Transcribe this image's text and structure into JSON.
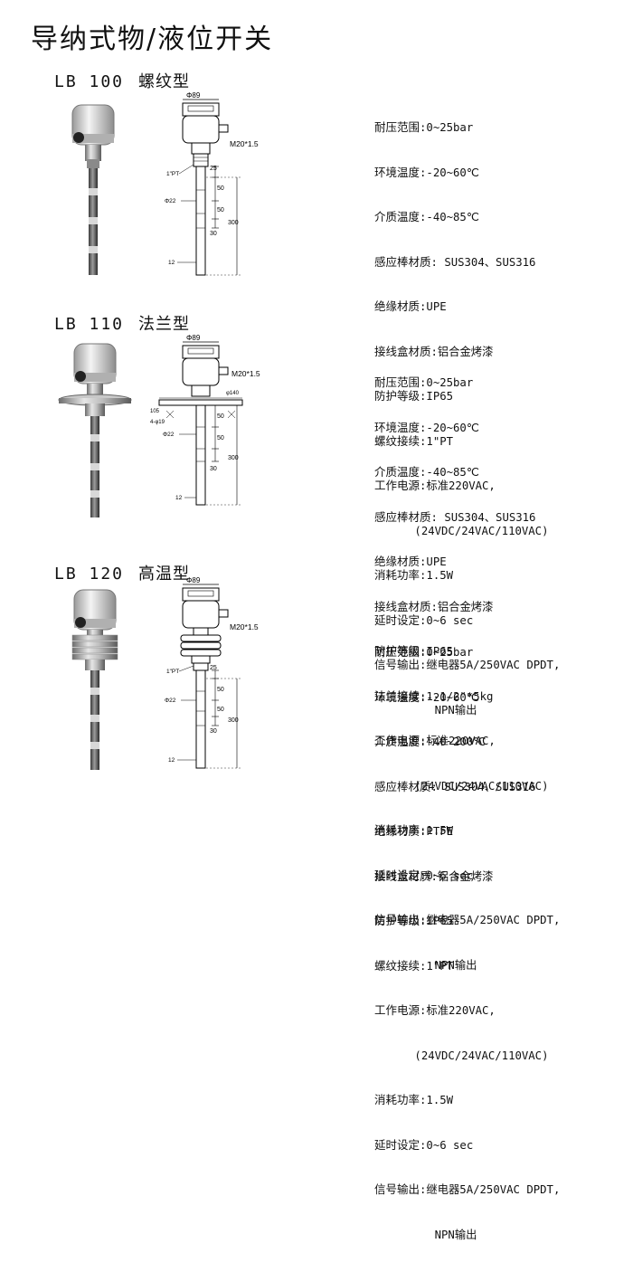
{
  "page_title": "导纳式物/液位开关",
  "sections": [
    {
      "model": "LB 100",
      "type": "螺纹型",
      "drawing": {
        "dia_top": "Φ89",
        "cable_thread": "M20*1.5",
        "thread_label": "1\"PT",
        "dia_rod": "Φ22",
        "tip": "12",
        "dims": [
          "25",
          "50",
          "50",
          "30",
          "300"
        ]
      },
      "specs": [
        {
          "k": "耐压范围",
          "v": ":0~25bar"
        },
        {
          "k": "环境温度",
          "v": ":-20~60℃"
        },
        {
          "k": "介质温度",
          "v": ":-40~85℃"
        },
        {
          "k": "感应棒材质",
          "v": ": SUS304、SUS316"
        },
        {
          "k": "绝缘材质",
          "v": ":UPE"
        },
        {
          "k": "接线盒材质",
          "v": ":铝合金烤漆"
        },
        {
          "k": "防护等级",
          "v": ":IP65"
        },
        {
          "k": "螺纹接续",
          "v": ":1\"PT"
        },
        {
          "k": "工作电源",
          "v": ":标准220VAC,"
        },
        {
          "k": "",
          "v": "      (24VDC/24VAC/110VAC)"
        },
        {
          "k": "消耗功率",
          "v": ":1.5W"
        },
        {
          "k": "延时设定",
          "v": ":0~6 sec"
        },
        {
          "k": "信号输出",
          "v": ":继电器5A/250VAC DPDT,"
        },
        {
          "k": "",
          "v": "         NPN输出"
        }
      ]
    },
    {
      "model": "LB 110",
      "type": "法兰型",
      "drawing": {
        "dia_top": "Φ89",
        "cable_thread": "M20*1.5",
        "flange_dia": "φ140",
        "bolt_circle": "105",
        "holes": "4-φ19",
        "dia_rod": "Φ22",
        "tip": "12",
        "dims": [
          "50",
          "50",
          "30",
          "300"
        ]
      },
      "specs": [
        {
          "k": "耐压范围",
          "v": ":0~25bar"
        },
        {
          "k": "环境温度",
          "v": ":-20~60℃"
        },
        {
          "k": "介质温度",
          "v": ":-40~85℃"
        },
        {
          "k": "感应棒材质",
          "v": ": SUS304、SUS316"
        },
        {
          "k": "绝缘材质",
          "v": ":UPE"
        },
        {
          "k": "接线盒材质",
          "v": ":铝合金烤漆"
        },
        {
          "k": "防护等级",
          "v": ":IP65"
        },
        {
          "k": "法兰接续",
          "v": ":1-1/2\"*5kg"
        },
        {
          "k": "工作电源",
          "v": ":标准220VAC,"
        },
        {
          "k": "",
          "v": "      (24VDC/24VAC/110VAC)"
        },
        {
          "k": "消耗功率",
          "v": ":1.5W"
        },
        {
          "k": "延时设定",
          "v": ":0~6 sec"
        },
        {
          "k": "信号输出",
          "v": ":继电器5A/250VAC DPDT,"
        },
        {
          "k": "",
          "v": "         NPN输出"
        }
      ]
    },
    {
      "model": "LB 120",
      "type": "高温型",
      "drawing": {
        "dia_top": "Φ89",
        "cable_thread": "M20*1.5",
        "thread_label": "1\"PT",
        "dia_rod": "Φ22",
        "tip": "12",
        "dims": [
          "25",
          "50",
          "50",
          "30",
          "300"
        ]
      },
      "specs": [
        {
          "k": "耐压范围",
          "v": ":0~25bar"
        },
        {
          "k": "环境温度",
          "v": ":-20~60℃"
        },
        {
          "k": "介质温度",
          "v": ":-40~200℃"
        },
        {
          "k": "感应棒材质",
          "v": ": SUS304、SUS316"
        },
        {
          "k": "绝缘材质",
          "v": ":PTFE"
        },
        {
          "k": "接线盒材质",
          "v": ":铝合金烤漆"
        },
        {
          "k": "防护等级",
          "v": ":IP65"
        },
        {
          "k": "螺纹接续",
          "v": ":1\"PT"
        },
        {
          "k": "工作电源",
          "v": ":标准220VAC,"
        },
        {
          "k": "",
          "v": "      (24VDC/24VAC/110VAC)"
        },
        {
          "k": "消耗功率",
          "v": ":1.5W"
        },
        {
          "k": "延时设定",
          "v": ":0~6 sec"
        },
        {
          "k": "信号输出",
          "v": ":继电器5A/250VAC DPDT,"
        },
        {
          "k": "",
          "v": "         NPN输出"
        }
      ]
    }
  ]
}
